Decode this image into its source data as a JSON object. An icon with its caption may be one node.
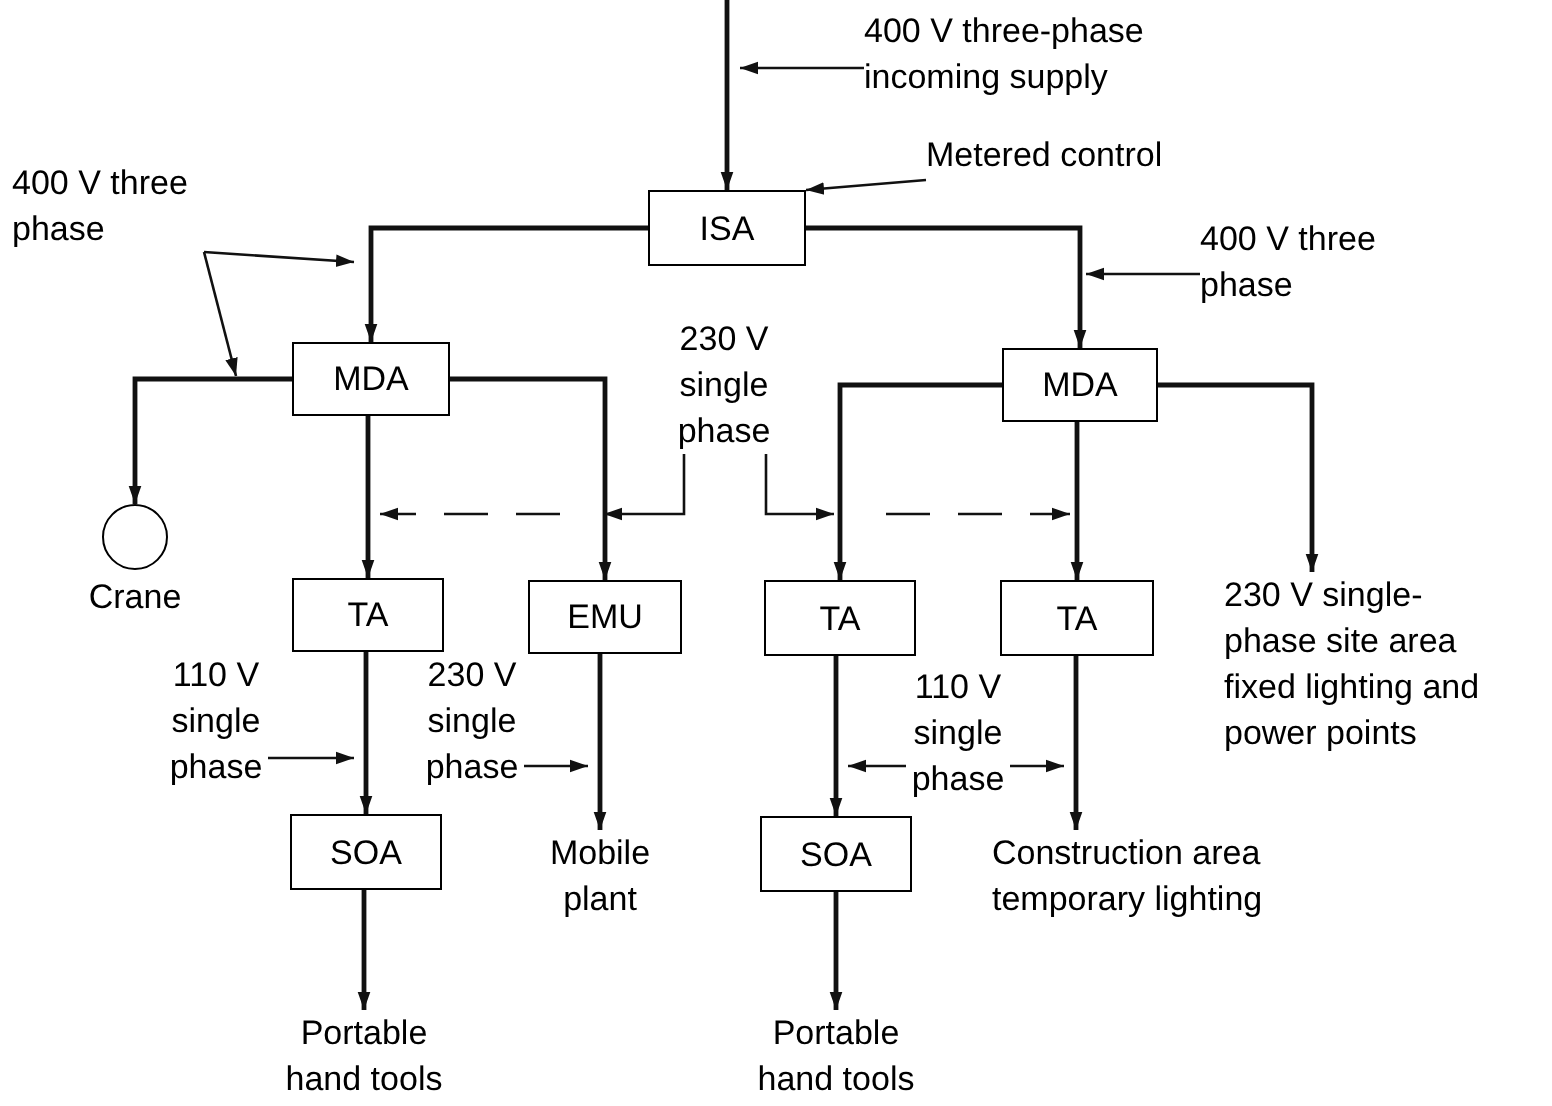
{
  "diagram": {
    "nodes": [
      {
        "text": [
          "ISA"
        ]
      },
      {
        "text": [
          "MDA"
        ]
      },
      {
        "text": [
          "MDA"
        ]
      },
      {
        "text": [],
        "shape": "circle",
        "beside": [
          "Crane"
        ]
      },
      {
        "text": [
          "TA"
        ]
      },
      {
        "text": [
          "EMU"
        ]
      },
      {
        "text": [
          "TA"
        ]
      },
      {
        "text": [
          "TA"
        ]
      },
      {
        "text": [
          "SOA"
        ]
      },
      {
        "text": [
          "SOA"
        ]
      },
      {
        "text": [
          "Portable hand tools"
        ]
      },
      {
        "text": [
          "Mobile plant"
        ]
      },
      {
        "text": [
          "Portable hand tools"
        ]
      },
      {
        "text": [
          "Construction area temporary lighting"
        ]
      },
      {
        "text": [
          "230 V single-phase site area fixed lighting and power points"
        ]
      },
      {
        "text": [
          "400 V three-phase incoming supply"
        ]
      },
      {
        "text": [
          "Metered control"
        ]
      },
      {
        "text": [
          "400 V three phase"
        ]
      },
      {
        "text": [
          "400 V three phase"
        ]
      },
      {
        "text": [
          "230 V single phase"
        ]
      },
      {
        "text": [
          "110 V single phase"
        ]
      },
      {
        "text": [
          "230 V single phase"
        ]
      },
      {
        "text": [
          "110 V single phase"
        ]
      }
    ],
    "edges": [
      {
        "from": null,
        "to": 0,
        "arrow": "to"
      },
      {
        "from": 0,
        "to": 1,
        "arrow": "to"
      },
      {
        "from": 0,
        "to": 2,
        "arrow": "to"
      },
      {
        "from": 1,
        "to": 3,
        "arrow": "to"
      },
      {
        "from": 1,
        "to": 4,
        "arrow": "to"
      },
      {
        "from": 1,
        "to": 5,
        "arrow": "to"
      },
      {
        "from": 2,
        "to": 6,
        "arrow": "to"
      },
      {
        "from": 2,
        "to": 7,
        "arrow": "to"
      },
      {
        "from": 2,
        "to": 14,
        "arrow": "to"
      },
      {
        "from": 4,
        "to": 8,
        "arrow": "to"
      },
      {
        "from": 5,
        "to": 11,
        "arrow": "to"
      },
      {
        "from": 6,
        "to": 9,
        "arrow": "to"
      },
      {
        "from": 7,
        "to": 13,
        "arrow": "to"
      },
      {
        "from": 8,
        "to": 10,
        "arrow": "to"
      },
      {
        "from": 9,
        "to": 12,
        "arrow": "to"
      },
      {
        "from": 15,
        "to": null,
        "arrow": "to"
      },
      {
        "from": 16,
        "to": 0,
        "arrow": "to"
      },
      {
        "from": 17,
        "to": null,
        "arrow": "to"
      },
      {
        "from": 17,
        "to": null,
        "arrow": "to"
      },
      {
        "from": 18,
        "to": null,
        "arrow": "to"
      },
      {
        "from": 19,
        "to": null,
        "arrow": "to"
      },
      {
        "from": 19,
        "to": null,
        "arrow": "to",
        "style": "dashed"
      },
      {
        "from": 19,
        "to": null,
        "arrow": "to"
      },
      {
        "from": 19,
        "to": null,
        "arrow": "to",
        "style": "dashed"
      },
      {
        "from": 20,
        "to": null,
        "arrow": "to"
      },
      {
        "from": 21,
        "to": null,
        "arrow": "to"
      },
      {
        "from": 22,
        "to": null,
        "arrow": "to"
      },
      {
        "from": 22,
        "to": null,
        "arrow": "to"
      }
    ]
  }
}
